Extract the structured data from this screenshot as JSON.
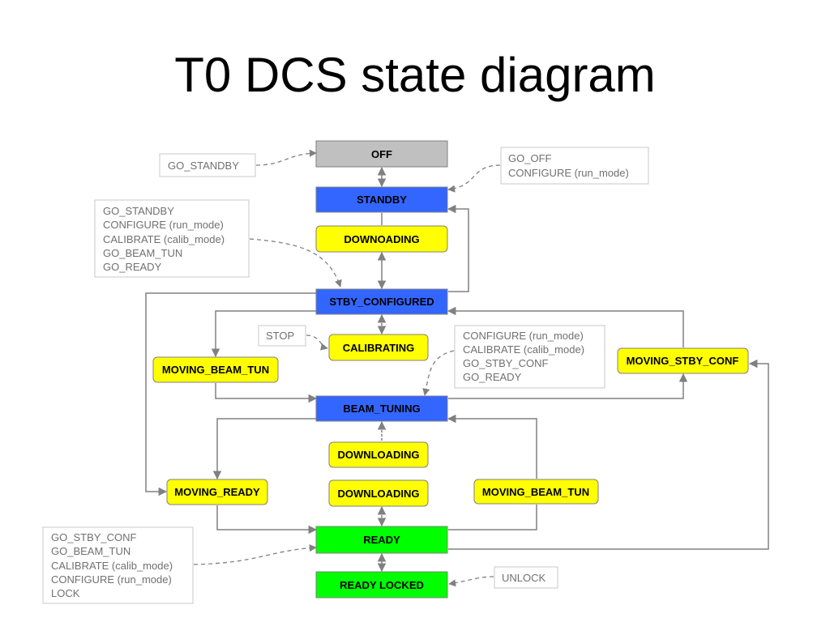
{
  "title": "T0 DCS state diagram",
  "colors": {
    "off": "#c0c0c0",
    "blue_state": "#3366ff",
    "transition_state": "#ffff00",
    "ready_state": "#00ff00",
    "arrow": "#808080",
    "command_text": "#707070"
  },
  "states": {
    "off": "OFF",
    "standby": "STANDBY",
    "downoading": "DOWNOADING",
    "stby_configured": "STBY_CONFIGURED",
    "calibrating": "CALIBRATING",
    "moving_beam_tun_left": "MOVING_BEAM_TUN",
    "moving_stby_conf": "MOVING_STBY_CONF",
    "beam_tuning": "BEAM_TUNING",
    "downloading_1": "DOWNLOADING",
    "downloading_2": "DOWNLOADING",
    "moving_ready": "MOVING_READY",
    "moving_beam_tun_right": "MOVING_BEAM_TUN",
    "ready": "READY",
    "ready_locked": "READY LOCKED"
  },
  "commands": {
    "off_cmd": [
      "GO_STANDBY"
    ],
    "standby_cmd": [
      "GO_OFF",
      "CONFIGURE (run_mode)"
    ],
    "stby_conf_cmd": [
      "GO_STANDBY",
      "CONFIGURE (run_mode)",
      "CALIBRATE (calib_mode)",
      "GO_BEAM_TUN",
      "GO_READY"
    ],
    "calibrating_cmd": [
      "STOP"
    ],
    "beam_tuning_cmd": [
      "CONFIGURE (run_mode)",
      "CALIBRATE (calib_mode)",
      "GO_STBY_CONF",
      "GO_READY"
    ],
    "ready_cmd": [
      "GO_STBY_CONF",
      "GO_BEAM_TUN",
      "CALIBRATE (calib_mode)",
      "CONFIGURE (run_mode)",
      "LOCK"
    ],
    "locked_cmd": [
      "UNLOCK"
    ]
  }
}
